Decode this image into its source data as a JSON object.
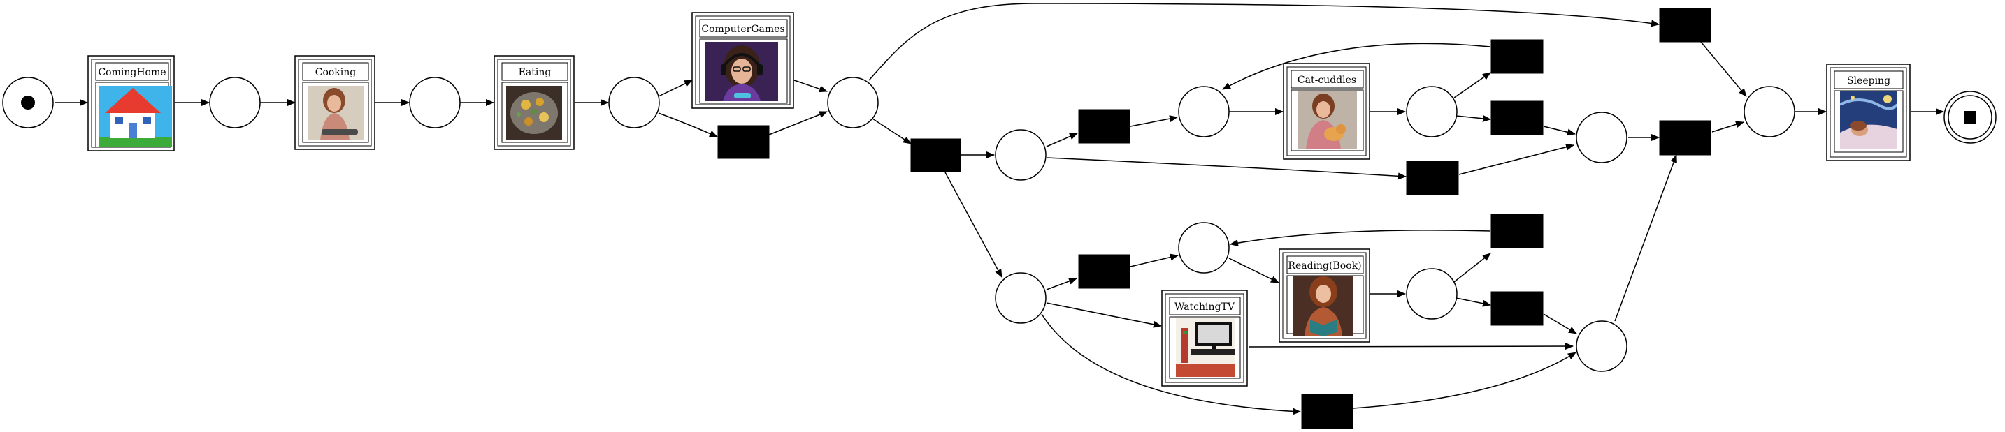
{
  "diagram": {
    "colors": {
      "line": "#000000",
      "fill": "#ffffff",
      "silent": "#000000"
    },
    "transitions": [
      {
        "id": "coming-home",
        "label": "ComingHome",
        "icon": "house-icon"
      },
      {
        "id": "cooking",
        "label": "Cooking",
        "icon": "cooking-woman-icon"
      },
      {
        "id": "eating",
        "label": "Eating",
        "icon": "food-plate-icon"
      },
      {
        "id": "computer-games",
        "label": "ComputerGames",
        "icon": "gamer-girl-icon"
      },
      {
        "id": "cat-cuddles",
        "label": "Cat-cuddles",
        "icon": "woman-with-cat-icon"
      },
      {
        "id": "reading-book",
        "label": "Reading(Book)",
        "icon": "woman-reading-icon"
      },
      {
        "id": "watching-tv",
        "label": "WatchingTV",
        "icon": "tv-room-icon"
      },
      {
        "id": "sleeping",
        "label": "Sleeping",
        "icon": "sleeping-starry-night-icon"
      }
    ]
  }
}
